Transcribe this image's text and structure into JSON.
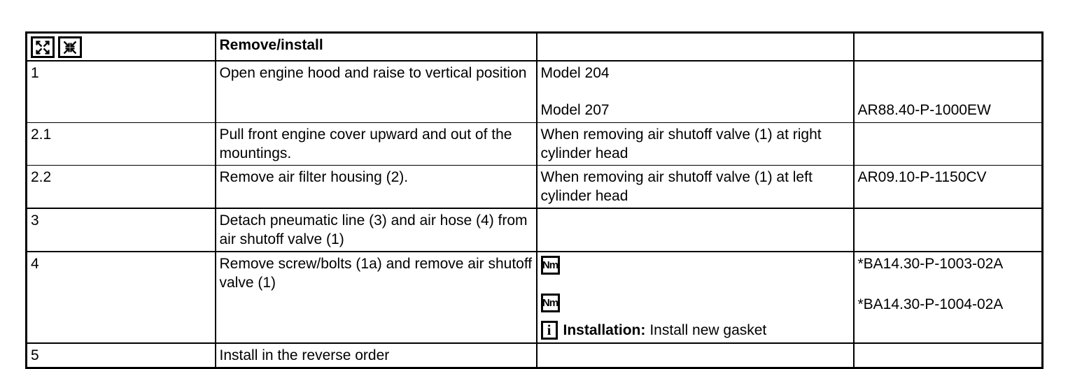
{
  "table": {
    "header": {
      "title": "Remove/install",
      "expand_icon": "expand-all-arrows-outward",
      "collapse_icon": "collapse-all-arrows-inward"
    },
    "rows": [
      {
        "step": "1",
        "action": "Open engine hood and raise to vertical position",
        "condition_top": "Model 204",
        "condition_bottom": "Model 207",
        "ref": "AR88.40-P-1000EW"
      },
      {
        "step": "2.1",
        "action": "Pull front engine cover upward and out of the mountings.",
        "condition": "When removing air shutoff valve (1) at right cylinder head",
        "ref": ""
      },
      {
        "step": "2.2",
        "action": "Remove air filter housing (2).",
        "condition": "When removing air shutoff valve (1) at left cylinder head",
        "ref": "AR09.10-P-1150CV"
      },
      {
        "step": "3",
        "action": "Detach pneumatic line (3) and air hose (4) from air shutoff valve (1)",
        "condition": "",
        "ref": ""
      },
      {
        "step": "4",
        "action": "Remove screw/bolts (1a) and remove air shutoff valve (1)",
        "torque_icon_label": "Nm",
        "info_icon_label": "i",
        "note_label": "Installation:",
        "note_text": "Install new gasket",
        "refs": [
          "*BA14.30-P-1003-02A",
          "*BA14.30-P-1004-02A"
        ]
      },
      {
        "step": "5",
        "action": "Install in the reverse order",
        "condition": "",
        "ref": ""
      }
    ],
    "colors": {
      "border": "#000000",
      "text": "#000000",
      "background": "#ffffff"
    }
  }
}
